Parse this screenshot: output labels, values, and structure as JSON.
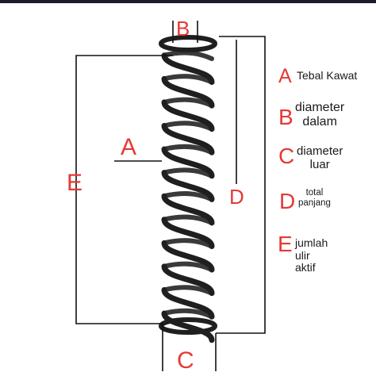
{
  "diagram": {
    "labels": {
      "A": "A",
      "B": "B",
      "C": "C",
      "D": "D",
      "E": "E"
    }
  },
  "legend": [
    {
      "letter": "A",
      "text": "Tebal Kawat"
    },
    {
      "letter": "B",
      "text": "diameter\ndalam"
    },
    {
      "letter": "C",
      "text": "diameter\nluar"
    },
    {
      "letter": "D",
      "text": "total\npanjang"
    },
    {
      "letter": "E",
      "text": "jumlah\nulir\naktif"
    }
  ],
  "colors": {
    "label": "#e53935",
    "spring": "#1f1f1f",
    "lines": "#111111",
    "top_bar": "#1b1b2e"
  }
}
